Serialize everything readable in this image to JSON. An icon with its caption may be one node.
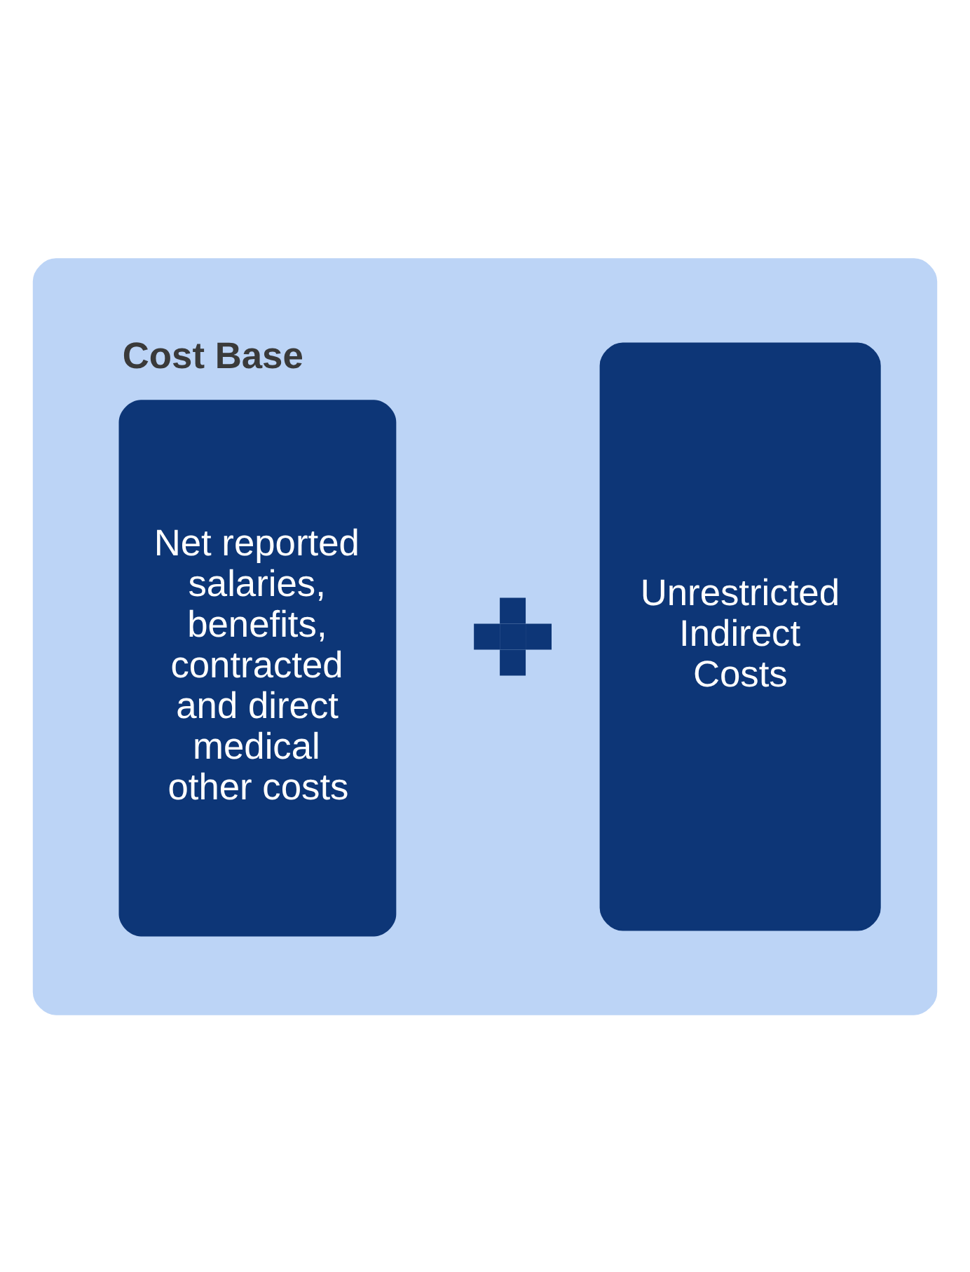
{
  "diagram": {
    "nodes": [
      {
        "text": [],
        "shape": "box"
      },
      {
        "text": [
          "Cost Base",
          "Net reported salaries, benefits, contracted and direct medical other costs"
        ],
        "in": 0
      },
      {
        "text": [],
        "shape": "plus",
        "in": 0
      },
      {
        "text": [
          "Unrestricted Indirect Costs"
        ],
        "in": 0
      }
    ]
  }
}
